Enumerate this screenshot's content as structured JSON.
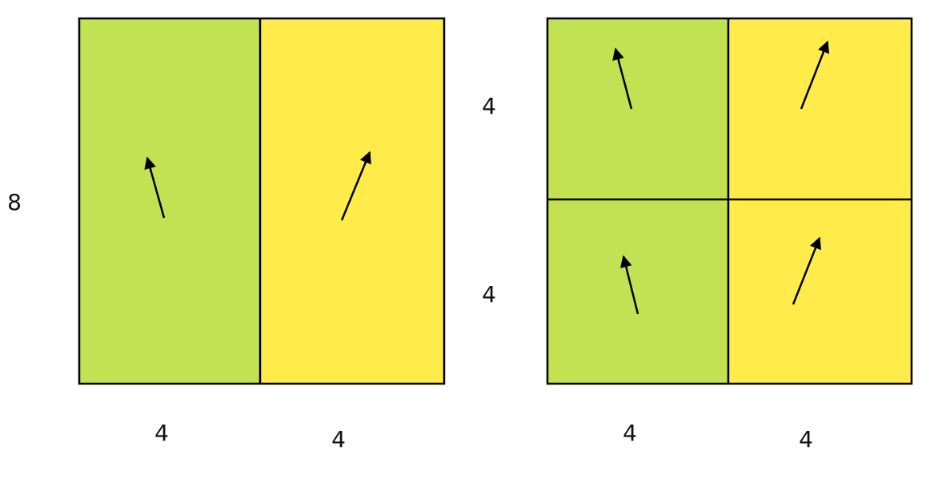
{
  "colors": {
    "green": "#c2e153",
    "yellow": "#ffec4a",
    "border": "#000000",
    "arrow": "#000000"
  },
  "icons": {
    "arrow": "gradient-vector-arrow-icon"
  },
  "left_diagram": {
    "height_label": "8",
    "width_labels": [
      "4",
      "4"
    ]
  },
  "right_diagram": {
    "height_labels": [
      "4",
      "4"
    ],
    "width_labels": [
      "4",
      "4"
    ]
  }
}
